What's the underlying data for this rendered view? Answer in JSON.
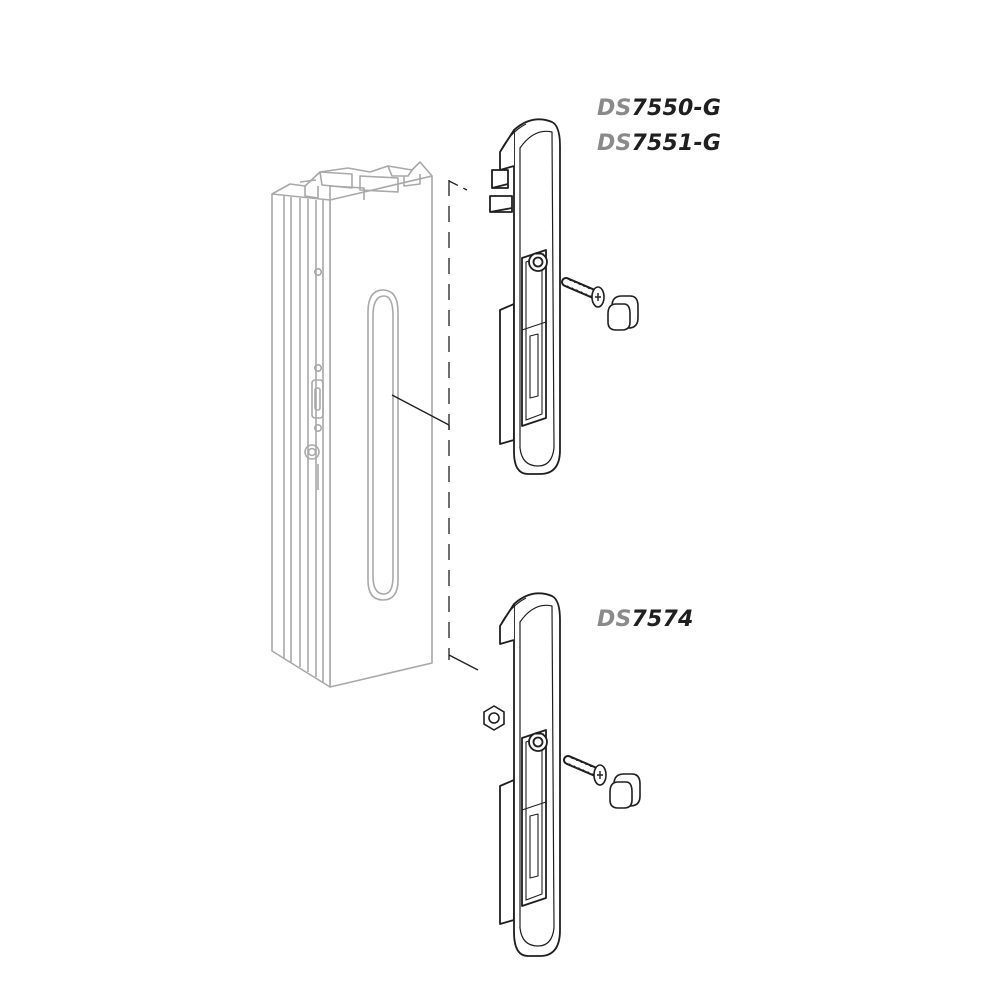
{
  "labels": [
    {
      "prefix": "DS",
      "code": "7550-G"
    },
    {
      "prefix": "DS",
      "code": "7551-G"
    },
    {
      "prefix": "DS",
      "code": "7574"
    }
  ],
  "colors": {
    "background": "#ffffff",
    "outline_dark": "#1f1f1f",
    "profile_line": "#a9a9a9",
    "prefix_gray": "#8a8a8a",
    "code_black": "#1f1f1f"
  },
  "icons": [
    "screw-icon",
    "cover-cap-icon",
    "nut-icon"
  ]
}
